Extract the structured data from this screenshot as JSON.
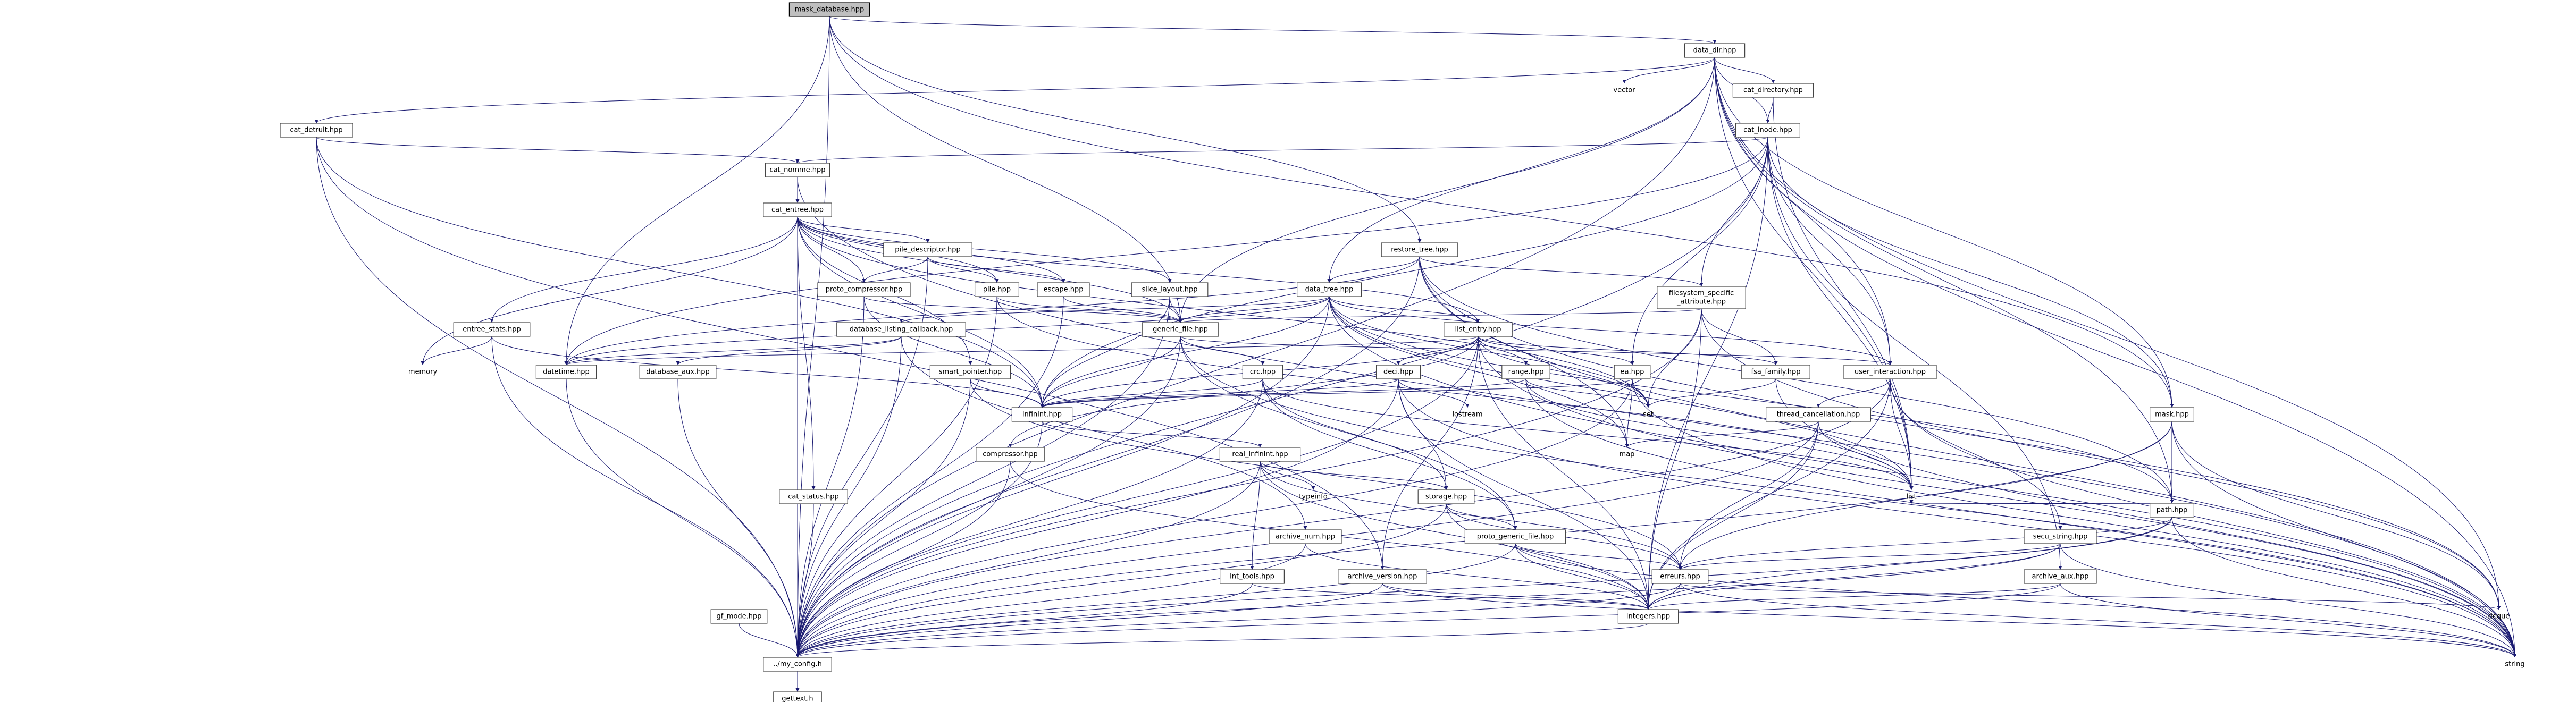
{
  "diagram": {
    "root": "mask_database.hpp",
    "nodes": [
      {
        "id": "mask_database",
        "label": "mask_database.hpp",
        "root": true
      },
      {
        "id": "data_dir",
        "label": "data_dir.hpp"
      },
      {
        "id": "cat_directory",
        "label": "cat_directory.hpp"
      },
      {
        "id": "cat_inode",
        "label": "cat_inode.hpp"
      },
      {
        "id": "cat_detruit",
        "label": "cat_detruit.hpp"
      },
      {
        "id": "cat_nomme",
        "label": "cat_nomme.hpp"
      },
      {
        "id": "cat_entree",
        "label": "cat_entree.hpp"
      },
      {
        "id": "pile_descriptor",
        "label": "pile_descriptor.hpp"
      },
      {
        "id": "proto_compressor",
        "label": "proto_compressor.hpp"
      },
      {
        "id": "pile",
        "label": "pile.hpp"
      },
      {
        "id": "escape",
        "label": "escape.hpp"
      },
      {
        "id": "slice_layout",
        "label": "slice_layout.hpp"
      },
      {
        "id": "restore_tree",
        "label": "restore_tree.hpp"
      },
      {
        "id": "data_tree",
        "label": "data_tree.hpp"
      },
      {
        "id": "filesystem_specific_attribute",
        "label": "filesystem_specific\n_attribute.hpp"
      },
      {
        "id": "generic_file",
        "label": "generic_file.hpp"
      },
      {
        "id": "list_entry",
        "label": "list_entry.hpp"
      },
      {
        "id": "database_listing_callback",
        "label": "database_listing_callback.hpp"
      },
      {
        "id": "entree_stats",
        "label": "entree_stats.hpp"
      },
      {
        "id": "datetime",
        "label": "datetime.hpp"
      },
      {
        "id": "database_aux",
        "label": "database_aux.hpp"
      },
      {
        "id": "smart_pointer",
        "label": "smart_pointer.hpp"
      },
      {
        "id": "crc",
        "label": "crc.hpp"
      },
      {
        "id": "deci",
        "label": "deci.hpp"
      },
      {
        "id": "range",
        "label": "range.hpp"
      },
      {
        "id": "ea",
        "label": "ea.hpp"
      },
      {
        "id": "fsa_family",
        "label": "fsa_family.hpp"
      },
      {
        "id": "user_interaction",
        "label": "user_interaction.hpp"
      },
      {
        "id": "infinint",
        "label": "infinint.hpp"
      },
      {
        "id": "thread_cancellation",
        "label": "thread_cancellation.hpp"
      },
      {
        "id": "mask",
        "label": "mask.hpp"
      },
      {
        "id": "compressor",
        "label": "compressor.hpp"
      },
      {
        "id": "real_infinint",
        "label": "real_infinint.hpp"
      },
      {
        "id": "storage",
        "label": "storage.hpp"
      },
      {
        "id": "path",
        "label": "path.hpp"
      },
      {
        "id": "cat_status",
        "label": "cat_status.hpp"
      },
      {
        "id": "archive_num",
        "label": "archive_num.hpp"
      },
      {
        "id": "proto_generic_file",
        "label": "proto_generic_file.hpp"
      },
      {
        "id": "secu_string",
        "label": "secu_string.hpp"
      },
      {
        "id": "int_tools",
        "label": "int_tools.hpp"
      },
      {
        "id": "archive_version",
        "label": "archive_version.hpp"
      },
      {
        "id": "erreurs",
        "label": "erreurs.hpp"
      },
      {
        "id": "archive_aux",
        "label": "archive_aux.hpp"
      },
      {
        "id": "gf_mode",
        "label": "gf_mode.hpp"
      },
      {
        "id": "integers",
        "label": "integers.hpp"
      },
      {
        "id": "my_config",
        "label": "../my_config.h"
      },
      {
        "id": "gettext",
        "label": "gettext.h"
      },
      {
        "id": "vector",
        "label": "vector",
        "system": true
      },
      {
        "id": "memory",
        "label": "memory",
        "system": true
      },
      {
        "id": "set",
        "label": "set",
        "system": true
      },
      {
        "id": "iostream",
        "label": "iostream",
        "system": true
      },
      {
        "id": "map",
        "label": "map",
        "system": true
      },
      {
        "id": "list",
        "label": "list",
        "system": true
      },
      {
        "id": "typeinfo",
        "label": "typeinfo",
        "system": true
      },
      {
        "id": "deque",
        "label": "deque",
        "system": true
      },
      {
        "id": "string",
        "label": "string",
        "system": true
      }
    ],
    "edges": [
      [
        "mask_database",
        "data_dir"
      ],
      [
        "mask_database",
        "restore_tree"
      ],
      [
        "mask_database",
        "mask"
      ],
      [
        "mask_database",
        "datetime"
      ],
      [
        "mask_database",
        "my_config"
      ],
      [
        "mask_database",
        "generic_file"
      ],
      [
        "data_dir",
        "vector"
      ],
      [
        "data_dir",
        "cat_directory"
      ],
      [
        "data_dir",
        "cat_inode"
      ],
      [
        "data_dir",
        "cat_detruit"
      ],
      [
        "data_dir",
        "data_tree"
      ],
      [
        "data_dir",
        "generic_file"
      ],
      [
        "data_dir",
        "user_interaction"
      ],
      [
        "data_dir",
        "path"
      ],
      [
        "data_dir",
        "list"
      ],
      [
        "data_dir",
        "deque"
      ],
      [
        "data_dir",
        "string"
      ],
      [
        "data_dir",
        "my_config"
      ],
      [
        "data_dir",
        "mask"
      ],
      [
        "cat_directory",
        "cat_inode"
      ],
      [
        "cat_directory",
        "list"
      ],
      [
        "cat_inode",
        "cat_nomme"
      ],
      [
        "cat_inode",
        "filesystem_specific_attribute"
      ],
      [
        "cat_inode",
        "ea"
      ],
      [
        "cat_inode",
        "user_interaction"
      ],
      [
        "cat_inode",
        "infinint"
      ],
      [
        "cat_inode",
        "datetime"
      ],
      [
        "cat_inode",
        "mask"
      ],
      [
        "cat_inode",
        "archive_aux"
      ],
      [
        "cat_inode",
        "integers"
      ],
      [
        "cat_inode",
        "my_config"
      ],
      [
        "cat_inode",
        "list"
      ],
      [
        "cat_detruit",
        "cat_nomme"
      ],
      [
        "cat_detruit",
        "my_config"
      ],
      [
        "cat_detruit",
        "infinint"
      ],
      [
        "cat_detruit",
        "archive_version"
      ],
      [
        "cat_nomme",
        "cat_entree"
      ],
      [
        "cat_nomme",
        "my_config"
      ],
      [
        "cat_nomme",
        "string"
      ],
      [
        "cat_entree",
        "pile_descriptor"
      ],
      [
        "cat_entree",
        "proto_compressor"
      ],
      [
        "cat_entree",
        "pile"
      ],
      [
        "cat_entree",
        "escape"
      ],
      [
        "cat_entree",
        "slice_layout"
      ],
      [
        "cat_entree",
        "list_entry"
      ],
      [
        "cat_entree",
        "entree_stats"
      ],
      [
        "cat_entree",
        "smart_pointer"
      ],
      [
        "cat_entree",
        "infinint"
      ],
      [
        "cat_entree",
        "memory"
      ],
      [
        "cat_entree",
        "my_config"
      ],
      [
        "cat_entree",
        "cat_status"
      ],
      [
        "cat_entree",
        "set"
      ],
      [
        "cat_entree",
        "generic_file"
      ],
      [
        "pile_descriptor",
        "pile"
      ],
      [
        "pile_descriptor",
        "escape"
      ],
      [
        "pile_descriptor",
        "proto_compressor"
      ],
      [
        "pile_descriptor",
        "my_config"
      ],
      [
        "proto_compressor",
        "generic_file"
      ],
      [
        "proto_compressor",
        "infinint"
      ],
      [
        "proto_compressor",
        "my_config"
      ],
      [
        "pile",
        "generic_file"
      ],
      [
        "pile",
        "my_config"
      ],
      [
        "pile",
        "list"
      ],
      [
        "escape",
        "generic_file"
      ],
      [
        "escape",
        "my_config"
      ],
      [
        "slice_layout",
        "generic_file"
      ],
      [
        "slice_layout",
        "infinint"
      ],
      [
        "slice_layout",
        "my_config"
      ],
      [
        "restore_tree",
        "data_tree"
      ],
      [
        "restore_tree",
        "datetime"
      ],
      [
        "restore_tree",
        "filesystem_specific_attribute"
      ],
      [
        "restore_tree",
        "map"
      ],
      [
        "restore_tree",
        "path"
      ],
      [
        "restore_tree",
        "my_config"
      ],
      [
        "restore_tree",
        "deque"
      ],
      [
        "restore_tree",
        "string"
      ],
      [
        "data_tree",
        "generic_file"
      ],
      [
        "data_tree",
        "list_entry"
      ],
      [
        "data_tree",
        "database_listing_callback"
      ],
      [
        "data_tree",
        "datetime"
      ],
      [
        "data_tree",
        "user_interaction"
      ],
      [
        "data_tree",
        "path"
      ],
      [
        "data_tree",
        "set"
      ],
      [
        "data_tree",
        "map"
      ],
      [
        "data_tree",
        "list"
      ],
      [
        "data_tree",
        "string"
      ],
      [
        "data_tree",
        "my_config"
      ],
      [
        "data_tree",
        "infinint"
      ],
      [
        "filesystem_specific_attribute",
        "generic_file"
      ],
      [
        "filesystem_specific_attribute",
        "fsa_family"
      ],
      [
        "filesystem_specific_attribute",
        "set"
      ],
      [
        "filesystem_specific_attribute",
        "deque"
      ],
      [
        "filesystem_specific_attribute",
        "my_config"
      ],
      [
        "filesystem_specific_attribute",
        "integers"
      ],
      [
        "generic_file",
        "infinint"
      ],
      [
        "generic_file",
        "crc"
      ],
      [
        "generic_file",
        "user_interaction"
      ],
      [
        "generic_file",
        "proto_generic_file"
      ],
      [
        "generic_file",
        "my_config"
      ],
      [
        "generic_file",
        "string"
      ],
      [
        "list_entry",
        "infinint"
      ],
      [
        "list_entry",
        "deci"
      ],
      [
        "list_entry",
        "range"
      ],
      [
        "list_entry",
        "ea"
      ],
      [
        "list_entry",
        "fsa_family"
      ],
      [
        "list_entry",
        "datetime"
      ],
      [
        "list_entry",
        "set"
      ],
      [
        "list_entry",
        "string"
      ],
      [
        "list_entry",
        "my_config"
      ],
      [
        "list_entry",
        "compressor"
      ],
      [
        "list_entry",
        "integers"
      ],
      [
        "list_entry",
        "archive_version"
      ],
      [
        "database_listing_callback",
        "datetime"
      ],
      [
        "database_listing_callback",
        "database_aux"
      ],
      [
        "database_listing_callback",
        "archive_num"
      ],
      [
        "database_listing_callback",
        "my_config"
      ],
      [
        "entree_stats",
        "infinint"
      ],
      [
        "entree_stats",
        "memory"
      ],
      [
        "entree_stats",
        "my_config"
      ],
      [
        "datetime",
        "my_config"
      ],
      [
        "database_aux",
        "my_config"
      ],
      [
        "smart_pointer",
        "infinint"
      ],
      [
        "smart_pointer",
        "my_config"
      ],
      [
        "smart_pointer",
        "erreurs"
      ],
      [
        "crc",
        "infinint"
      ],
      [
        "crc",
        "storage"
      ],
      [
        "crc",
        "proto_generic_file"
      ],
      [
        "crc",
        "list"
      ],
      [
        "crc",
        "my_config"
      ],
      [
        "deci",
        "infinint"
      ],
      [
        "deci",
        "storage"
      ],
      [
        "deci",
        "iostream"
      ],
      [
        "deci",
        "string"
      ],
      [
        "deci",
        "my_config"
      ],
      [
        "deci",
        "integers"
      ],
      [
        "range",
        "infinint"
      ],
      [
        "range",
        "set"
      ],
      [
        "range",
        "list"
      ],
      [
        "range",
        "string"
      ],
      [
        "ea",
        "infinint"
      ],
      [
        "ea",
        "map"
      ],
      [
        "ea",
        "set"
      ],
      [
        "ea",
        "my_config"
      ],
      [
        "ea",
        "string"
      ],
      [
        "fsa_family",
        "set"
      ],
      [
        "fsa_family",
        "string"
      ],
      [
        "user_interaction",
        "thread_cancellation"
      ],
      [
        "user_interaction",
        "secu_string"
      ],
      [
        "user_interaction",
        "integers"
      ],
      [
        "user_interaction",
        "my_config"
      ],
      [
        "user_interaction",
        "string"
      ],
      [
        "user_interaction",
        "list"
      ],
      [
        "infinint",
        "real_infinint"
      ],
      [
        "infinint",
        "my_config"
      ],
      [
        "thread_cancellation",
        "map"
      ],
      [
        "thread_cancellation",
        "list"
      ],
      [
        "thread_cancellation",
        "erreurs"
      ],
      [
        "thread_cancellation",
        "integers"
      ],
      [
        "thread_cancellation",
        "my_config"
      ],
      [
        "mask",
        "path"
      ],
      [
        "mask",
        "erreurs"
      ],
      [
        "mask",
        "deque"
      ],
      [
        "mask",
        "string"
      ],
      [
        "mask",
        "my_config"
      ],
      [
        "compressor",
        "my_config"
      ],
      [
        "compressor",
        "integers"
      ],
      [
        "real_infinint",
        "typeinfo"
      ],
      [
        "real_infinint",
        "storage"
      ],
      [
        "real_infinint",
        "int_tools"
      ],
      [
        "real_infinint",
        "integers"
      ],
      [
        "real_infinint",
        "my_config"
      ],
      [
        "real_infinint",
        "erreurs"
      ],
      [
        "storage",
        "proto_generic_file"
      ],
      [
        "storage",
        "integers"
      ],
      [
        "storage",
        "erreurs"
      ],
      [
        "storage",
        "my_config"
      ],
      [
        "path",
        "list"
      ],
      [
        "path",
        "string"
      ],
      [
        "path",
        "erreurs"
      ],
      [
        "path",
        "my_config"
      ],
      [
        "path",
        "integers"
      ],
      [
        "cat_status",
        "my_config"
      ],
      [
        "archive_num",
        "integers"
      ],
      [
        "archive_num",
        "my_config"
      ],
      [
        "proto_generic_file",
        "integers"
      ],
      [
        "proto_generic_file",
        "erreurs"
      ],
      [
        "proto_generic_file",
        "my_config"
      ],
      [
        "proto_generic_file",
        "string"
      ],
      [
        "secu_string",
        "erreurs"
      ],
      [
        "secu_string",
        "integers"
      ],
      [
        "secu_string",
        "string"
      ],
      [
        "secu_string",
        "my_config"
      ],
      [
        "int_tools",
        "integers"
      ],
      [
        "int_tools",
        "my_config"
      ],
      [
        "archive_version",
        "integers"
      ],
      [
        "archive_version",
        "string"
      ],
      [
        "archive_version",
        "my_config"
      ],
      [
        "erreurs",
        "integers"
      ],
      [
        "erreurs",
        "string"
      ],
      [
        "erreurs",
        "deque"
      ],
      [
        "erreurs",
        "my_config"
      ],
      [
        "archive_aux",
        "integers"
      ],
      [
        "archive_aux",
        "string"
      ],
      [
        "archive_aux",
        "my_config"
      ],
      [
        "gf_mode",
        "my_config"
      ],
      [
        "integers",
        "my_config"
      ],
      [
        "my_config",
        "gettext"
      ]
    ]
  }
}
